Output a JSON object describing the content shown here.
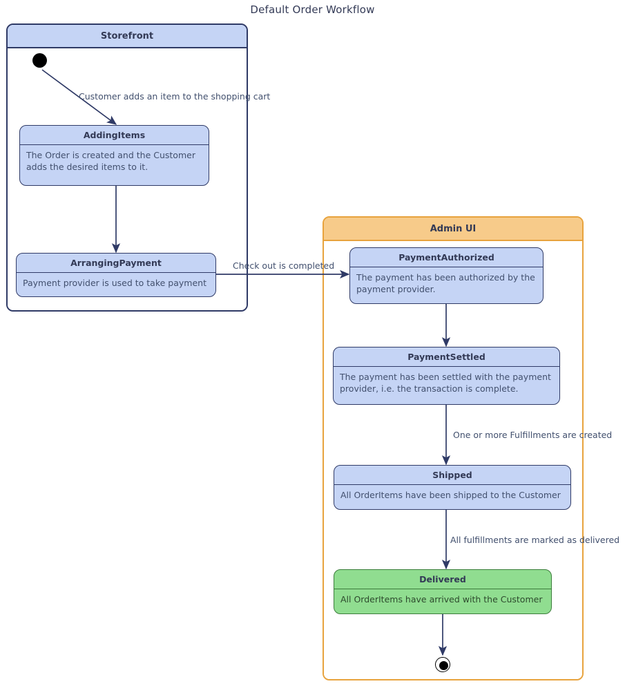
{
  "diagram": {
    "title": "Default Order Workflow",
    "type": "uml-state-machine",
    "colors": {
      "storefront_header_fill": "#c5d4f5",
      "storefront_border": "#2f3a66",
      "adminui_header_fill": "#f7cb8a",
      "adminui_border": "#e8a33d",
      "state_fill": "#c5d4f5",
      "state_border": "#2f3a66",
      "delivered_fill": "#90dd90",
      "delivered_border": "#3c7d3c",
      "edge_color": "#2f3a66",
      "text_color": "#333a56"
    }
  },
  "containers": {
    "storefront": {
      "label": "Storefront"
    },
    "admin_ui": {
      "label": "Admin UI"
    }
  },
  "states": {
    "adding_items": {
      "title": "AddingItems",
      "description": "The Order is created and the Customer adds the desired items to it."
    },
    "arranging_payment": {
      "title": "ArrangingPayment",
      "description": "Payment provider is used to take payment"
    },
    "payment_authorized": {
      "title": "PaymentAuthorized",
      "description": "The payment has been authorized by the payment provider."
    },
    "payment_settled": {
      "title": "PaymentSettled",
      "description": "The payment has been settled with the payment provider, i.e. the transaction is complete."
    },
    "shipped": {
      "title": "Shipped",
      "description": "All OrderItems have been shipped to the Customer"
    },
    "delivered": {
      "title": "Delivered",
      "description": "All OrderItems have arrived with the Customer"
    }
  },
  "transitions": {
    "t1": {
      "label": "Customer adds an item to the shopping cart",
      "from": "initial",
      "to": "AddingItems"
    },
    "t2": {
      "label": "",
      "from": "AddingItems",
      "to": "ArrangingPayment"
    },
    "t3": {
      "label": "Check out is completed",
      "from": "ArrangingPayment",
      "to": "PaymentAuthorized"
    },
    "t4": {
      "label": "",
      "from": "PaymentAuthorized",
      "to": "PaymentSettled"
    },
    "t5": {
      "label": "One or more Fulfillments are created",
      "from": "PaymentSettled",
      "to": "Shipped"
    },
    "t6": {
      "label": "All fulfillments are marked as delivered",
      "from": "Shipped",
      "to": "Delivered"
    },
    "t7": {
      "label": "",
      "from": "Delivered",
      "to": "final"
    }
  },
  "pseudo_states": {
    "initial": {
      "name": "initial-state"
    },
    "final": {
      "name": "final-state"
    }
  }
}
